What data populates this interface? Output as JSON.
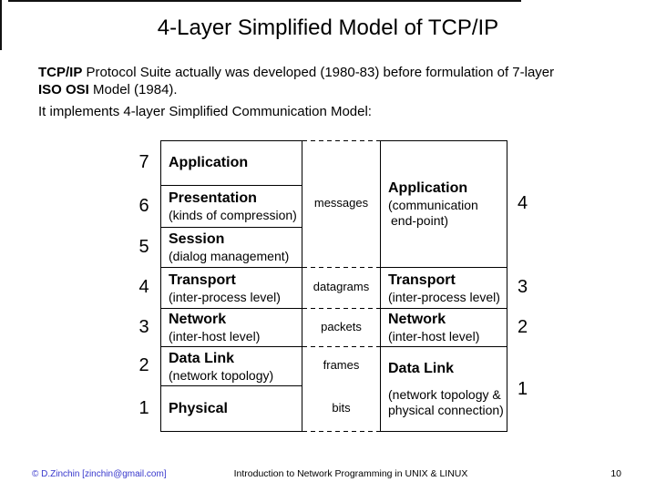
{
  "slide": {
    "title": "4-Layer Simplified Model of TCP/IP",
    "intro": {
      "line1_bold": "TCP/IP",
      "line1_rest": " Protocol Suite actually was developed (1980-83) before formulation of 7-layer",
      "line2_bold": "ISO OSI",
      "line2_rest": " Model (1984)."
    },
    "subtitle": "It implements 4-layer Simplified Communication Model:"
  },
  "diagram": {
    "osi": {
      "numbers": [
        "7",
        "6",
        "5",
        "4",
        "3",
        "2",
        "1"
      ],
      "layers": [
        {
          "name": "Application",
          "sub": ""
        },
        {
          "name": "Presentation",
          "sub": "(kinds of compression)"
        },
        {
          "name": "Session",
          "sub": "(dialog management)"
        },
        {
          "name": "Transport",
          "sub": "(inter-process level)"
        },
        {
          "name": "Network",
          "sub": "(inter-host level)"
        },
        {
          "name": "Data Link",
          "sub": "(network topology)"
        },
        {
          "name": "Physical",
          "sub": ""
        }
      ]
    },
    "units": [
      "messages",
      "datagrams",
      "packets",
      "frames",
      "bits"
    ],
    "tcp": {
      "numbers": [
        "4",
        "3",
        "2",
        "1"
      ],
      "layers": [
        {
          "name": "Application",
          "sub_line1": "(communication",
          "sub_line2": "end-point)"
        },
        {
          "name": "Transport",
          "sub": "(inter-process level)"
        },
        {
          "name": "Network",
          "sub": "(inter-host level)"
        },
        {
          "name": "Data Link",
          "sub_line1": "(network topology &",
          "sub_line2": "physical connection)"
        }
      ]
    }
  },
  "footer": {
    "copyright": "© D.Zinchin [zinchin@gmail.com]",
    "course": "Introduction to Network Programming in UNIX & LINUX",
    "page": "10"
  },
  "colors": {
    "copyright_blue": "#3737cc",
    "line_black": "#000000"
  }
}
